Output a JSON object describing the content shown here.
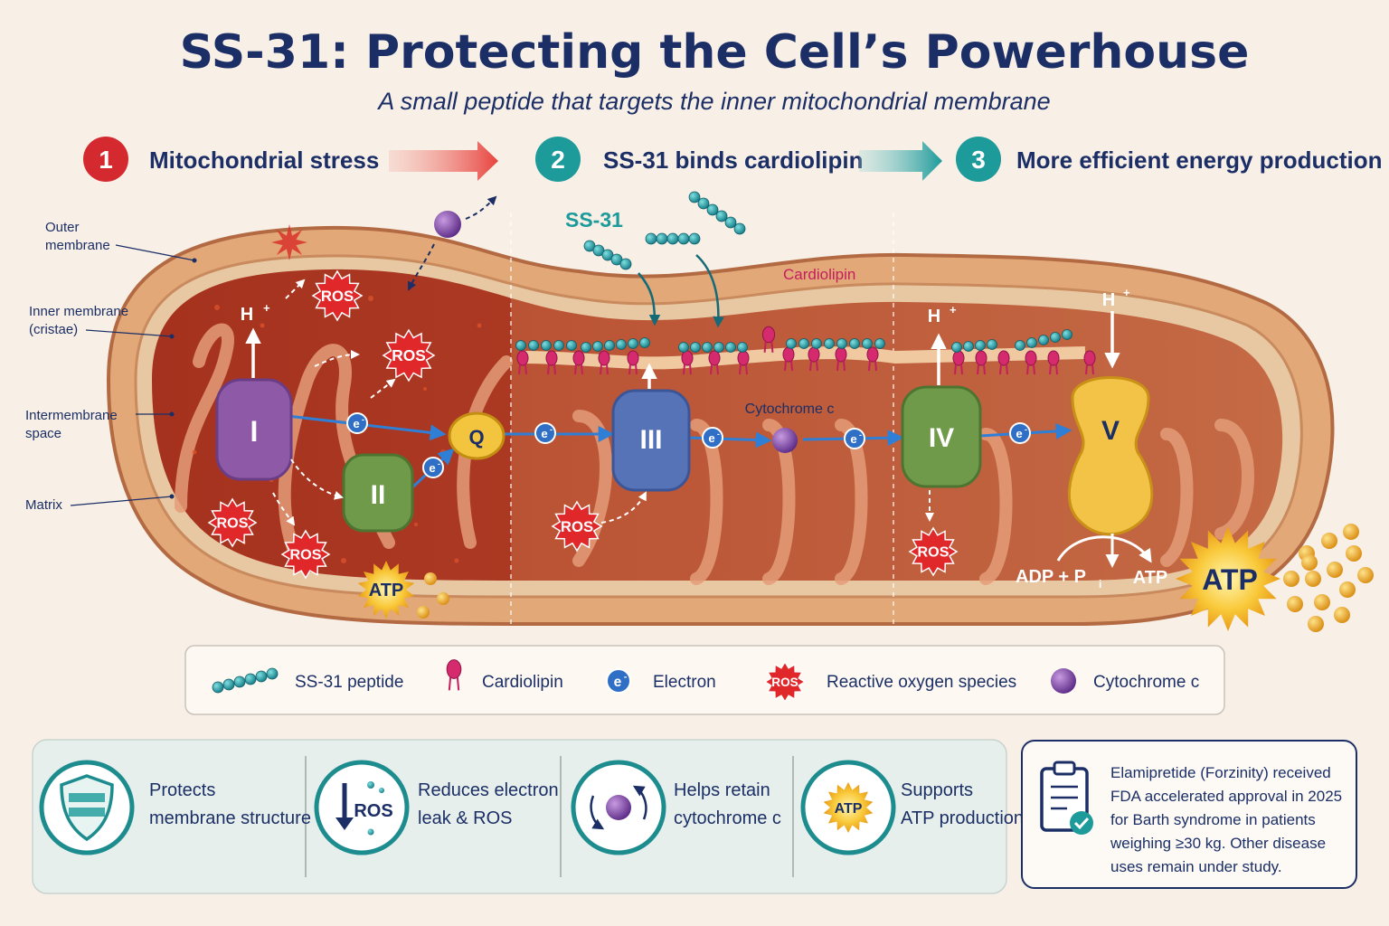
{
  "header": {
    "title": "SS-31: Protecting the Cell’s Powerhouse",
    "subtitle": "A small peptide that targets the inner mitochondrial membrane"
  },
  "steps": [
    {
      "number": "1",
      "label": "Mitochondrial stress",
      "color": "#d42a2f"
    },
    {
      "number": "2",
      "label": "SS-31 binds cardiolipin",
      "color": "#1d9a9a"
    },
    {
      "number": "3",
      "label": "More efficient energy production",
      "color": "#1d9a9a"
    }
  ],
  "anatomy": {
    "outer": "Outer",
    "outer2": "membrane",
    "inner": "Inner membrane",
    "inner2": "(cristae)",
    "ims": "Intermembrane",
    "ims2": "space",
    "matrix": "Matrix"
  },
  "diagram": {
    "complex_1": "I",
    "complex_2": "II",
    "complex_q": "Q",
    "complex_3": "III",
    "complex_4": "IV",
    "complex_5": "V",
    "proton": "H",
    "proton_sup": "+",
    "electron": "e",
    "electron_sup": "-",
    "ros": "ROS",
    "ss31_label": "SS-31",
    "cardiolipin_label": "Cardiolipin",
    "cytochrome_label": "Cytochrome c",
    "atp": "ATP",
    "adp": "ADP + P",
    "adp_sub": "i"
  },
  "legend": [
    {
      "icon": "ss31-peptide-icon",
      "label": "SS-31 peptide"
    },
    {
      "icon": "cardiolipin-icon",
      "label": "Cardiolipin"
    },
    {
      "icon": "electron-icon",
      "label": "Electron"
    },
    {
      "icon": "ros-icon",
      "label": "Reactive oxygen species"
    },
    {
      "icon": "cytochrome-icon",
      "label": "Cytochrome c"
    }
  ],
  "benefits": [
    {
      "icon": "shield-membrane-icon",
      "line1": "Protects",
      "line2": "membrane structure"
    },
    {
      "icon": "ros-reduction-icon",
      "line1": "Reduces electron",
      "line2": "leak & ROS"
    },
    {
      "icon": "cytochrome-retain-icon",
      "line1": "Helps retain",
      "line2": "cytochrome c"
    },
    {
      "icon": "atp-support-icon",
      "line1": "Supports",
      "line2": "ATP production"
    }
  ],
  "note": {
    "lines": [
      "Elamipretide (Forzinity) received",
      "FDA accelerated approval in 2025",
      "for Barth syndrome in patients",
      "weighing ≥30 kg. Other disease",
      "uses remain under study."
    ]
  },
  "colors": {
    "title": "#1b2f66",
    "teal": "#1d9a9a",
    "red": "#d42a2f",
    "magenta": "#c41e5e"
  }
}
